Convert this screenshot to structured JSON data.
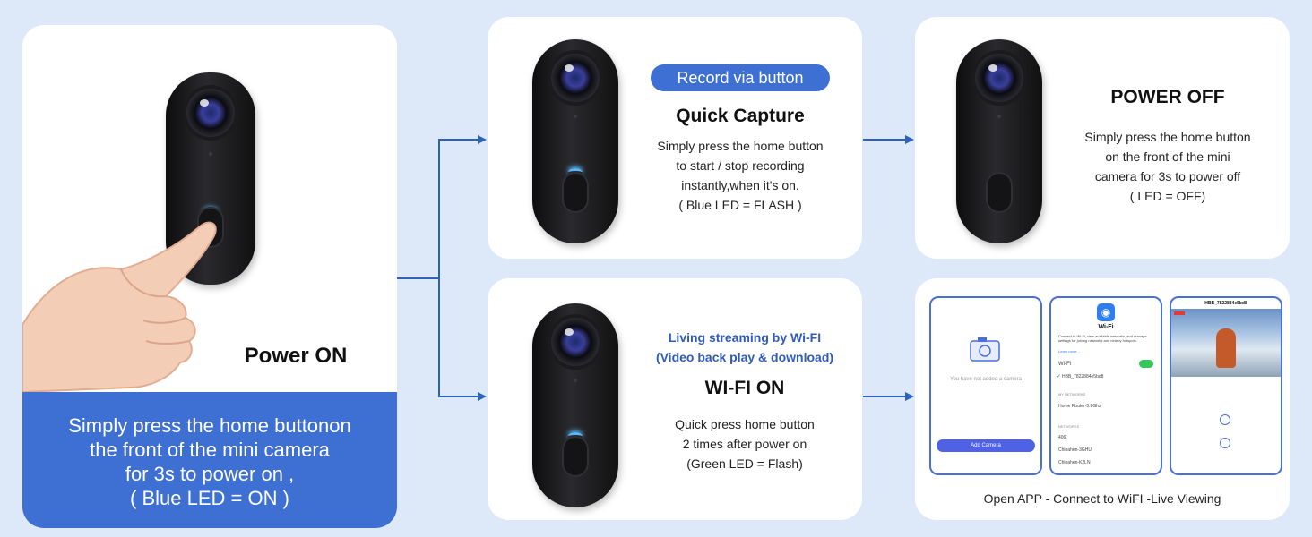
{
  "power_on": {
    "title": "Power ON",
    "desc_line1": "Simply press the home buttonon",
    "desc_line2": "the front of the mini camera",
    "desc_line3": "for 3s to power on ,",
    "desc_line4": "( Blue LED = ON )"
  },
  "quick_capture": {
    "badge": "Record via button",
    "title": "Quick Capture",
    "line1": "Simply press the home button",
    "line2": "to start / stop recording",
    "line3": "instantly,when it's on.",
    "line4": "( Blue LED = FLASH )"
  },
  "power_off": {
    "title": "POWER OFF",
    "line1": "Simply press the home button",
    "line2": "on the front of the mini",
    "line3": "camera for 3s to power off",
    "line4": "( LED = OFF)"
  },
  "wifi_on": {
    "sub1": "Living streaming by Wi-FI",
    "sub2": "(Video back play & download)",
    "title": "WI-FI ON",
    "line1": "Quick press home button",
    "line2": "2 times after power on",
    "line3": "(Green LED = Flash)"
  },
  "app": {
    "caption": "Open APP - Connect to WiFI -Live Viewing",
    "screen1": {
      "empty_text": "You have not added a camera",
      "add_button": "Add Camera"
    },
    "screen2": {
      "title": "Wi-Fi",
      "desc": "Connect to Wi-Fi, view available networks, and manage settings for joining networks and nearby hotspots.",
      "learn_more": "Learn more...",
      "wifi_label": "Wi-Fi",
      "connected": "HBB_7822884e5bd8",
      "my_networks": "MY NETWORKS",
      "home_router": "Home Router-5.8Ghz",
      "networks": "NETWORKS",
      "net1": "406",
      "net2": "Chinahen-3GHU",
      "net3": "Chinahen-K2LN"
    },
    "screen3": {
      "title": "HBB_7822884e5bd8"
    }
  },
  "colors": {
    "accent": "#3e6fd2",
    "led_blue": "#58b9ff",
    "background": "#dde9f8"
  }
}
